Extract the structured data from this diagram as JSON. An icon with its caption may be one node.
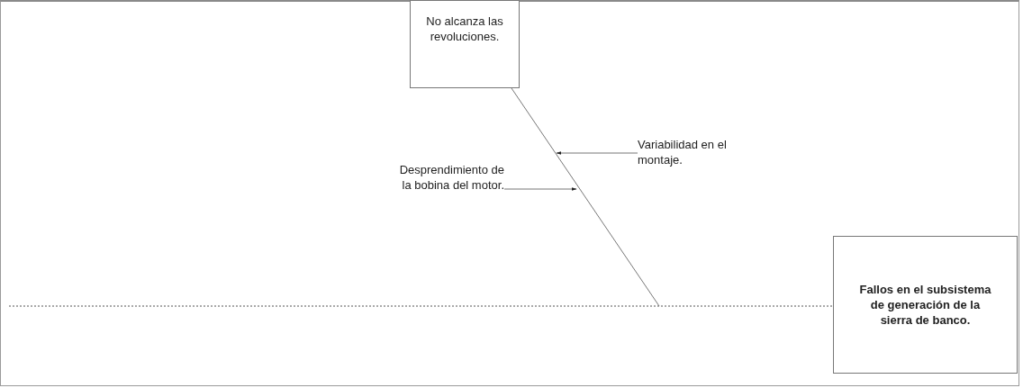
{
  "diagram": {
    "nodes": [
      {
        "text": [
          "No alcanza las revoluciones."
        ]
      },
      {
        "text": [
          "Variabilidad en el montaje."
        ]
      },
      {
        "text": [
          "Desprendimiento de la bobina del motor."
        ]
      },
      {
        "text": [
          "Fallos en el subsistema de generación de la sierra de banco."
        ]
      }
    ],
    "edges": [
      {
        "from": null,
        "to": 3,
        "arrow": "none",
        "style": "dashed"
      },
      {
        "from": 0,
        "to": null,
        "arrow": "none"
      },
      {
        "from": 1,
        "to": null,
        "arrow": "to"
      },
      {
        "from": 2,
        "to": null,
        "arrow": "to"
      }
    ]
  }
}
